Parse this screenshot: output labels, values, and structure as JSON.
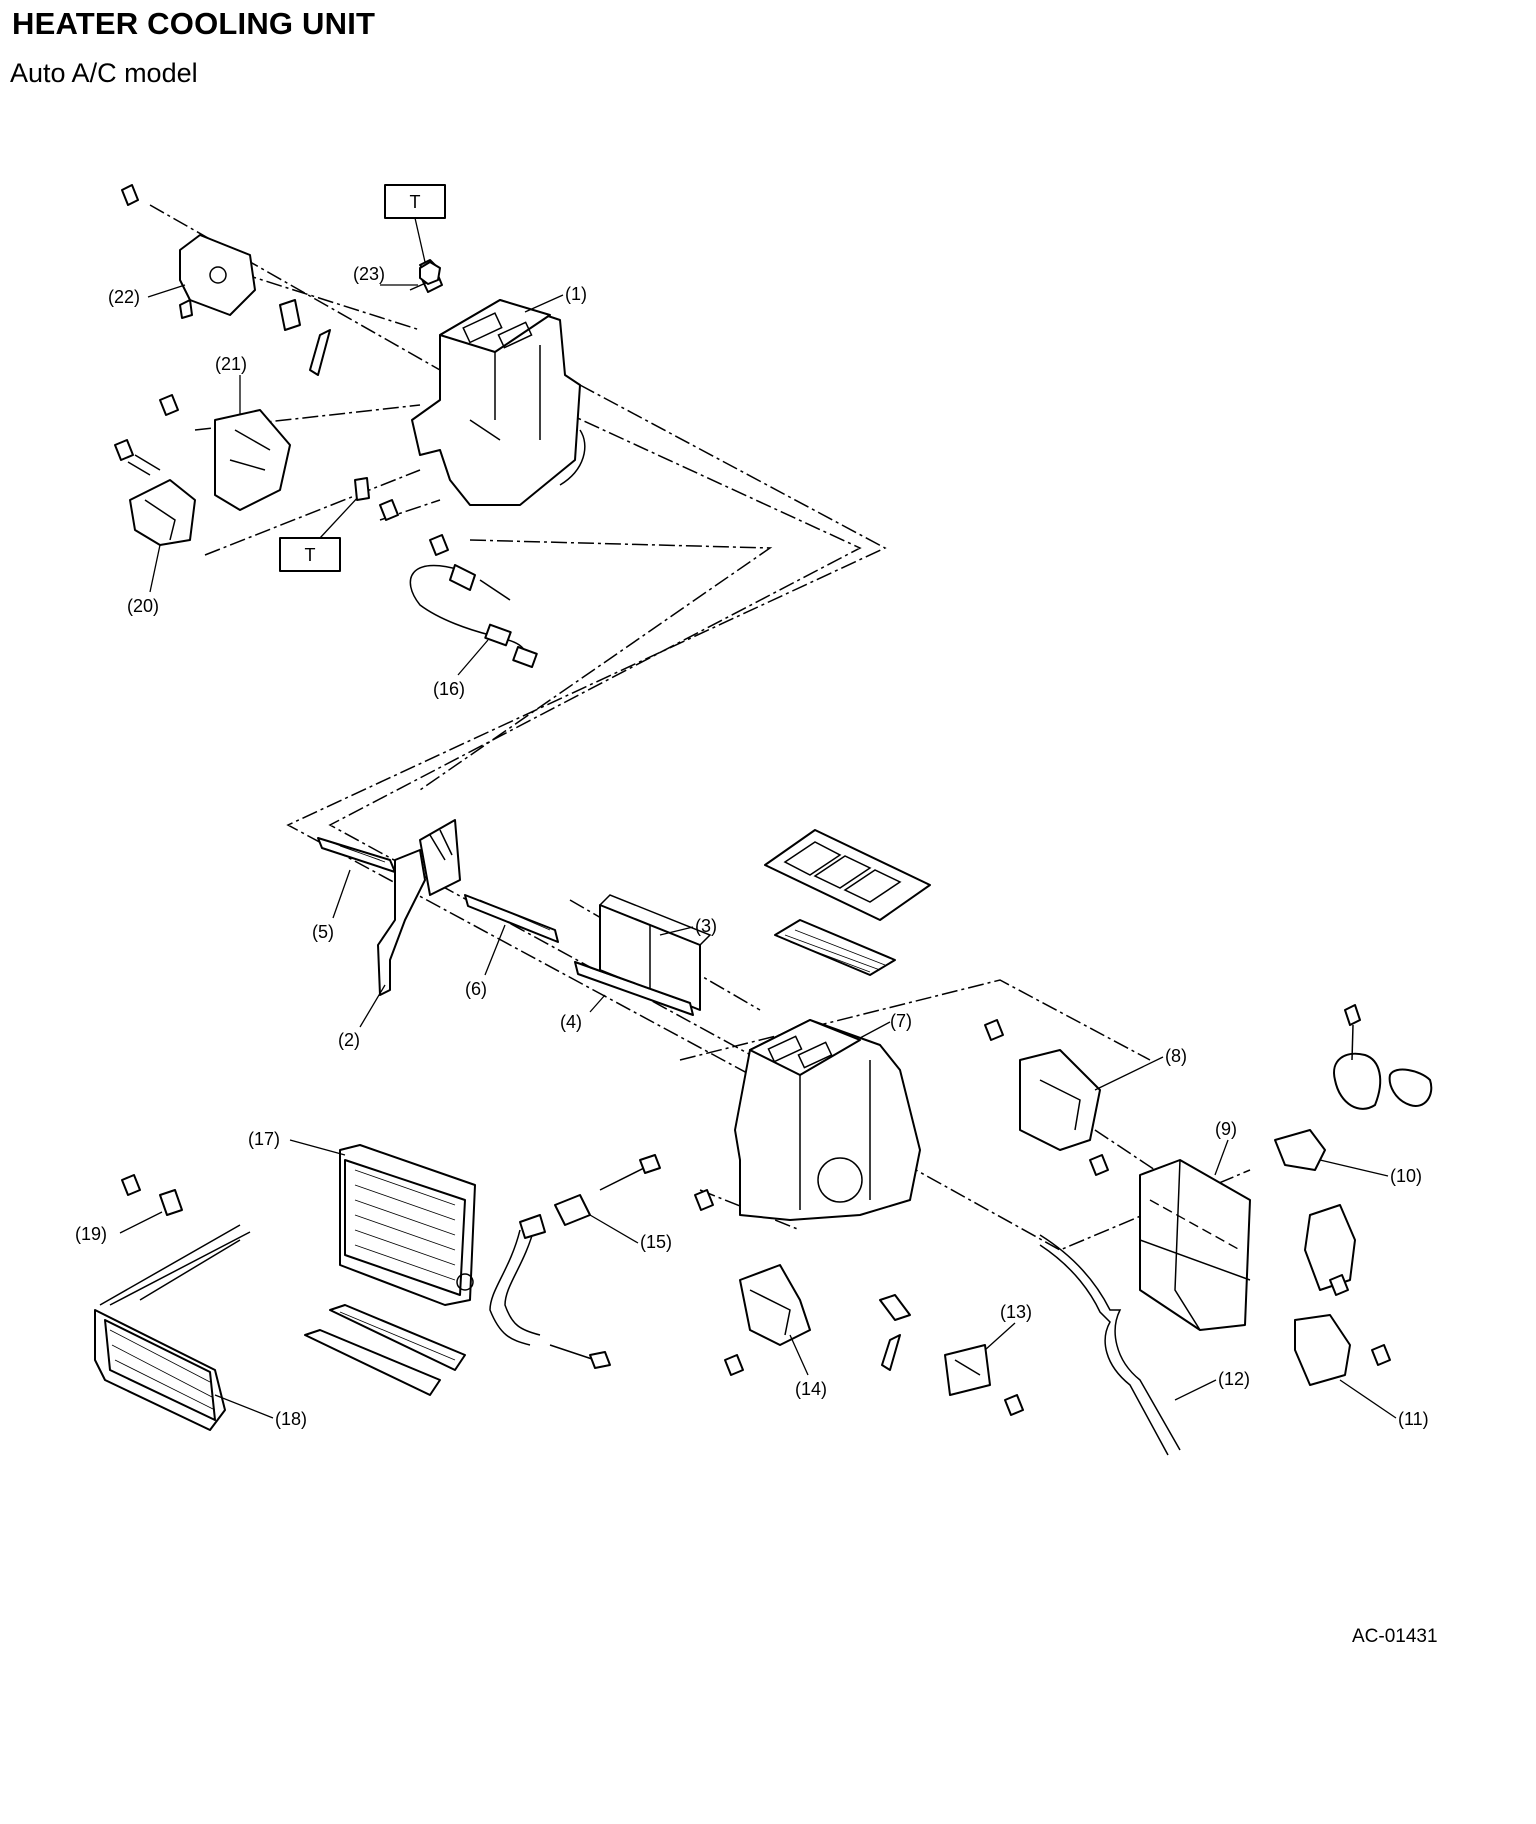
{
  "header": {
    "title": "HEATER COOLING UNIT",
    "subtitle": "Auto A/C model"
  },
  "figure_code": "AC-01431",
  "tightening_boxes": [
    {
      "id": "t1",
      "text": "T"
    },
    {
      "id": "t2",
      "text": "T"
    }
  ],
  "callouts": [
    {
      "num": "1",
      "label": "(1)"
    },
    {
      "num": "2",
      "label": "(2)"
    },
    {
      "num": "3",
      "label": "(3)"
    },
    {
      "num": "4",
      "label": "(4)"
    },
    {
      "num": "5",
      "label": "(5)"
    },
    {
      "num": "6",
      "label": "(6)"
    },
    {
      "num": "7",
      "label": "(7)"
    },
    {
      "num": "8",
      "label": "(8)"
    },
    {
      "num": "9",
      "label": "(9)"
    },
    {
      "num": "10",
      "label": "(10)"
    },
    {
      "num": "11",
      "label": "(11)"
    },
    {
      "num": "12",
      "label": "(12)"
    },
    {
      "num": "13",
      "label": "(13)"
    },
    {
      "num": "14",
      "label": "(14)"
    },
    {
      "num": "15",
      "label": "(15)"
    },
    {
      "num": "16",
      "label": "(16)"
    },
    {
      "num": "17",
      "label": "(17)"
    },
    {
      "num": "18",
      "label": "(18)"
    },
    {
      "num": "19",
      "label": "(19)"
    },
    {
      "num": "20",
      "label": "(20)"
    },
    {
      "num": "21",
      "label": "(21)"
    },
    {
      "num": "22",
      "label": "(22)"
    },
    {
      "num": "23",
      "label": "(23)"
    }
  ]
}
